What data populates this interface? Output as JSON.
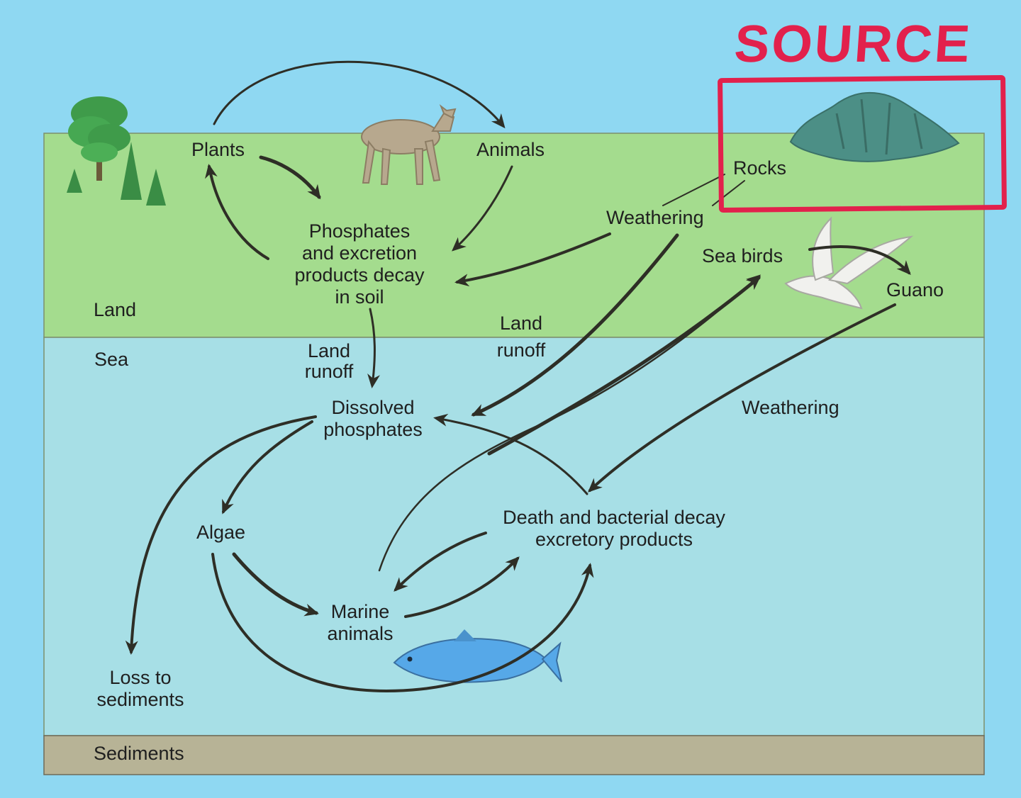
{
  "zones": {
    "land": "Land",
    "sea": "Sea",
    "sediments": "Sediments"
  },
  "annotation": {
    "label": "SOURCE",
    "color": "#e2214c"
  },
  "nodes": {
    "plants": "Plants",
    "animals": "Animals",
    "rocks": "Rocks",
    "weathering_land": "Weathering",
    "soil_phosphates": [
      "Phosphates",
      "and excretion",
      "products decay",
      "in soil"
    ],
    "sea_birds": "Sea birds",
    "guano": "Guano",
    "land_runoff_left": [
      "Land",
      "runoff"
    ],
    "land_runoff_right": [
      "Land",
      "runoff"
    ],
    "dissolved_phosphates": [
      "Dissolved",
      "phosphates"
    ],
    "weathering_sea": "Weathering",
    "algae": "Algae",
    "death_decay": [
      "Death and bacterial decay",
      "excretory products"
    ],
    "marine_animals": [
      "Marine",
      "animals"
    ],
    "loss_to_sediments": [
      "Loss to",
      "sediments"
    ]
  },
  "colors": {
    "sky": "#8fd8f2",
    "land": "#a4dc8e",
    "sea": "#a7dfe6",
    "sediments": "#b7b396",
    "arrow": "#2e2e26"
  },
  "illustrations": [
    "tree-icon",
    "deer-icon",
    "rock-mountain-icon",
    "seabird-icon",
    "fish-icon"
  ]
}
